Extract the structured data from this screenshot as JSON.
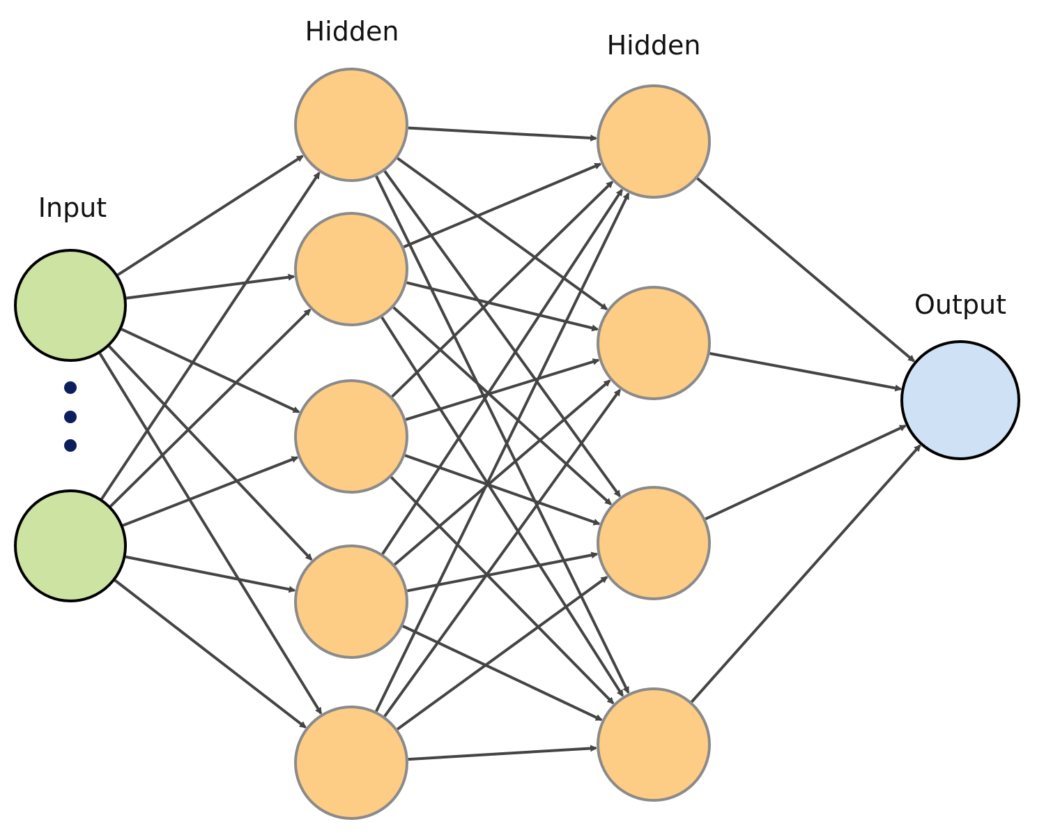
{
  "diagram": {
    "labels": {
      "input": "Input",
      "hidden_1": "Hidden",
      "hidden_2": "Hidden",
      "output": "Output"
    },
    "layers": [
      {
        "id": "input",
        "node_count": 2,
        "ellipsis_between": true
      },
      {
        "id": "hidden_1",
        "node_count": 5,
        "ellipsis_between": false
      },
      {
        "id": "hidden_2",
        "node_count": 4,
        "ellipsis_between": false
      },
      {
        "id": "output",
        "node_count": 1,
        "ellipsis_between": false
      }
    ],
    "connectivity": "fully-connected",
    "colors": {
      "input_fill": "#cde3a2",
      "input_stroke": "#000000",
      "hidden_fill": "#fdcd85",
      "hidden_stroke": "#8a8a8a",
      "output_fill": "#cfe2f5",
      "output_stroke": "#000000",
      "edge": "#444444",
      "ellipsis": "#0c1e5c"
    }
  }
}
